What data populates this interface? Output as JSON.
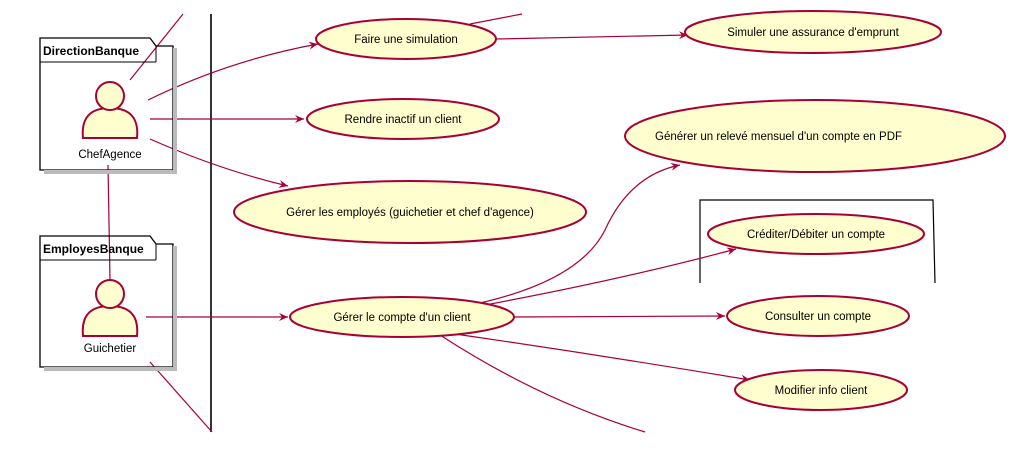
{
  "colors": {
    "usecase_fill": "#FEFECE",
    "line": "#A80036",
    "actor_fill": "#FEFECE",
    "package_border": "#000000",
    "background": "#FFFFFF"
  },
  "packages": [
    {
      "id": "direction",
      "title": "DirectionBanque"
    },
    {
      "id": "employes",
      "title": "EmployesBanque"
    }
  ],
  "actors": [
    {
      "id": "chef",
      "label": "ChefAgence",
      "icon": "actor-stick-figure"
    },
    {
      "id": "guichetier",
      "label": "Guichetier",
      "icon": "actor-stick-figure"
    }
  ],
  "use_cases": [
    {
      "id": "simulation",
      "label": "Faire une simulation"
    },
    {
      "id": "assurance",
      "label": "Simuler une assurance d'emprunt"
    },
    {
      "id": "inactif",
      "label": "Rendre inactif un client"
    },
    {
      "id": "releve",
      "label": "Générer un relevé mensuel d'un compte en PDF"
    },
    {
      "id": "employes",
      "label": "Gérer les employés (guichetier et chef d'agence)"
    },
    {
      "id": "crediter",
      "label": "Créditer/Débiter un compte"
    },
    {
      "id": "gerer_compte",
      "label": "Gérer le compte d'un client"
    },
    {
      "id": "consulter",
      "label": "Consulter un compte"
    },
    {
      "id": "modifier",
      "label": "Modifier info client"
    }
  ],
  "relations": [
    {
      "from": "chef",
      "to": "simulation",
      "arrow": true
    },
    {
      "from": "chef",
      "to": "inactif",
      "arrow": true
    },
    {
      "from": "chef",
      "to": "employes",
      "arrow": true
    },
    {
      "from": "simulation",
      "to": "assurance",
      "arrow": true
    },
    {
      "from": "guichetier",
      "to": "gerer_compte",
      "arrow": true
    },
    {
      "from": "gerer_compte",
      "to": "releve",
      "arrow": true
    },
    {
      "from": "gerer_compte",
      "to": "crediter",
      "arrow": true
    },
    {
      "from": "gerer_compte",
      "to": "consulter",
      "arrow": true
    },
    {
      "from": "gerer_compte",
      "to": "modifier",
      "arrow": true
    },
    {
      "from": "guichetier",
      "to": "chef",
      "arrow": false
    }
  ]
}
